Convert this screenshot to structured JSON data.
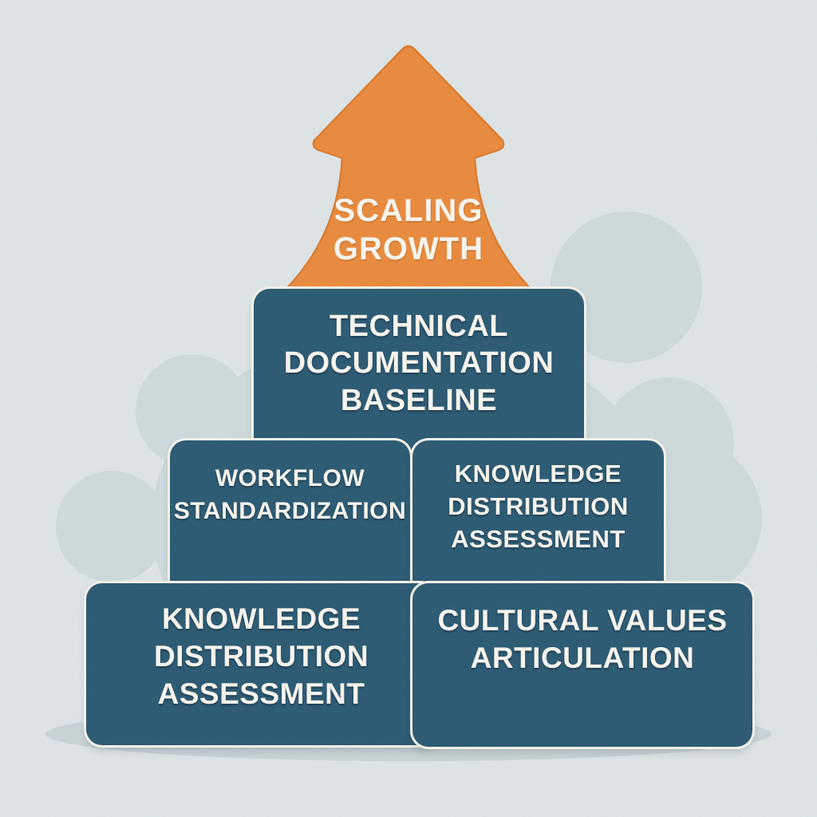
{
  "diagram": {
    "type": "stacked-block-pyramid-with-arrow",
    "arrow": {
      "label": "SCALING GROWTH"
    },
    "levels": [
      {
        "row": 1,
        "blocks": [
          {
            "label": "TECHNICAL DOCUMENTATION BASELINE"
          }
        ]
      },
      {
        "row": 2,
        "blocks": [
          {
            "label": "WORKFLOW STANDARDIZATION"
          },
          {
            "label": "KNOWLEDGE DISTRIBUTION ASSESSMENT"
          }
        ]
      },
      {
        "row": 3,
        "blocks": [
          {
            "label": "KNOWLEDGE DISTRIBUTION ASSESSMENT"
          },
          {
            "label": "CULTURAL VALUES ARTICULATION"
          }
        ]
      }
    ],
    "colors": {
      "background": "#DDE4E6",
      "cloud": "#CDD9DB",
      "ground_shadow": "#C7D3D6",
      "block": "#2B5A73",
      "block_outline": "#F3F1E9",
      "block_gap": "#15293B",
      "arrow": "#E98A3D",
      "arrow_outline": "#DB7C2F",
      "text": "#F7F5EE"
    }
  }
}
